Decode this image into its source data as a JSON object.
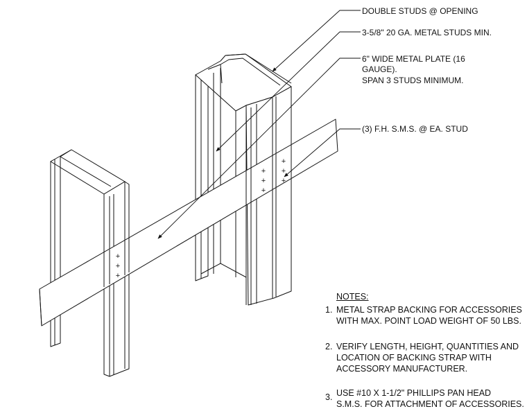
{
  "callouts": {
    "double_studs": "DOUBLE STUDS @ OPENING",
    "metal_studs": "3-5/8\" 20 GA. METAL STUDS MIN.",
    "plate_line1": "6\" WIDE METAL PLATE (16",
    "plate_line2": "GAUGE).",
    "plate_line3": "SPAN 3 STUDS MINIMUM.",
    "screws": "(3) F.H. S.M.S. @ EA. STUD"
  },
  "notes": {
    "title": "NOTES:",
    "items": [
      {
        "num": "1.",
        "line1": "METAL STRAP BACKING FOR ACCESSORIES",
        "line2": "WITH MAX. POINT LOAD WEIGHT OF 50 LBS.",
        "line3": ""
      },
      {
        "num": "2.",
        "line1": "VERIFY LENGTH, HEIGHT, QUANTITIES AND",
        "line2": "LOCATION OF BACKING STRAP WITH",
        "line3": "ACCESSORY MANUFACTURER."
      },
      {
        "num": "3.",
        "line1": "USE #10 X 1-1/2\" PHILLIPS PAN HEAD",
        "line2": "S.M.S. FOR ATTACHMENT OF ACCESSORIES.",
        "line3": ""
      }
    ]
  },
  "colors": {
    "line": "#111111",
    "background": "#ffffff"
  }
}
